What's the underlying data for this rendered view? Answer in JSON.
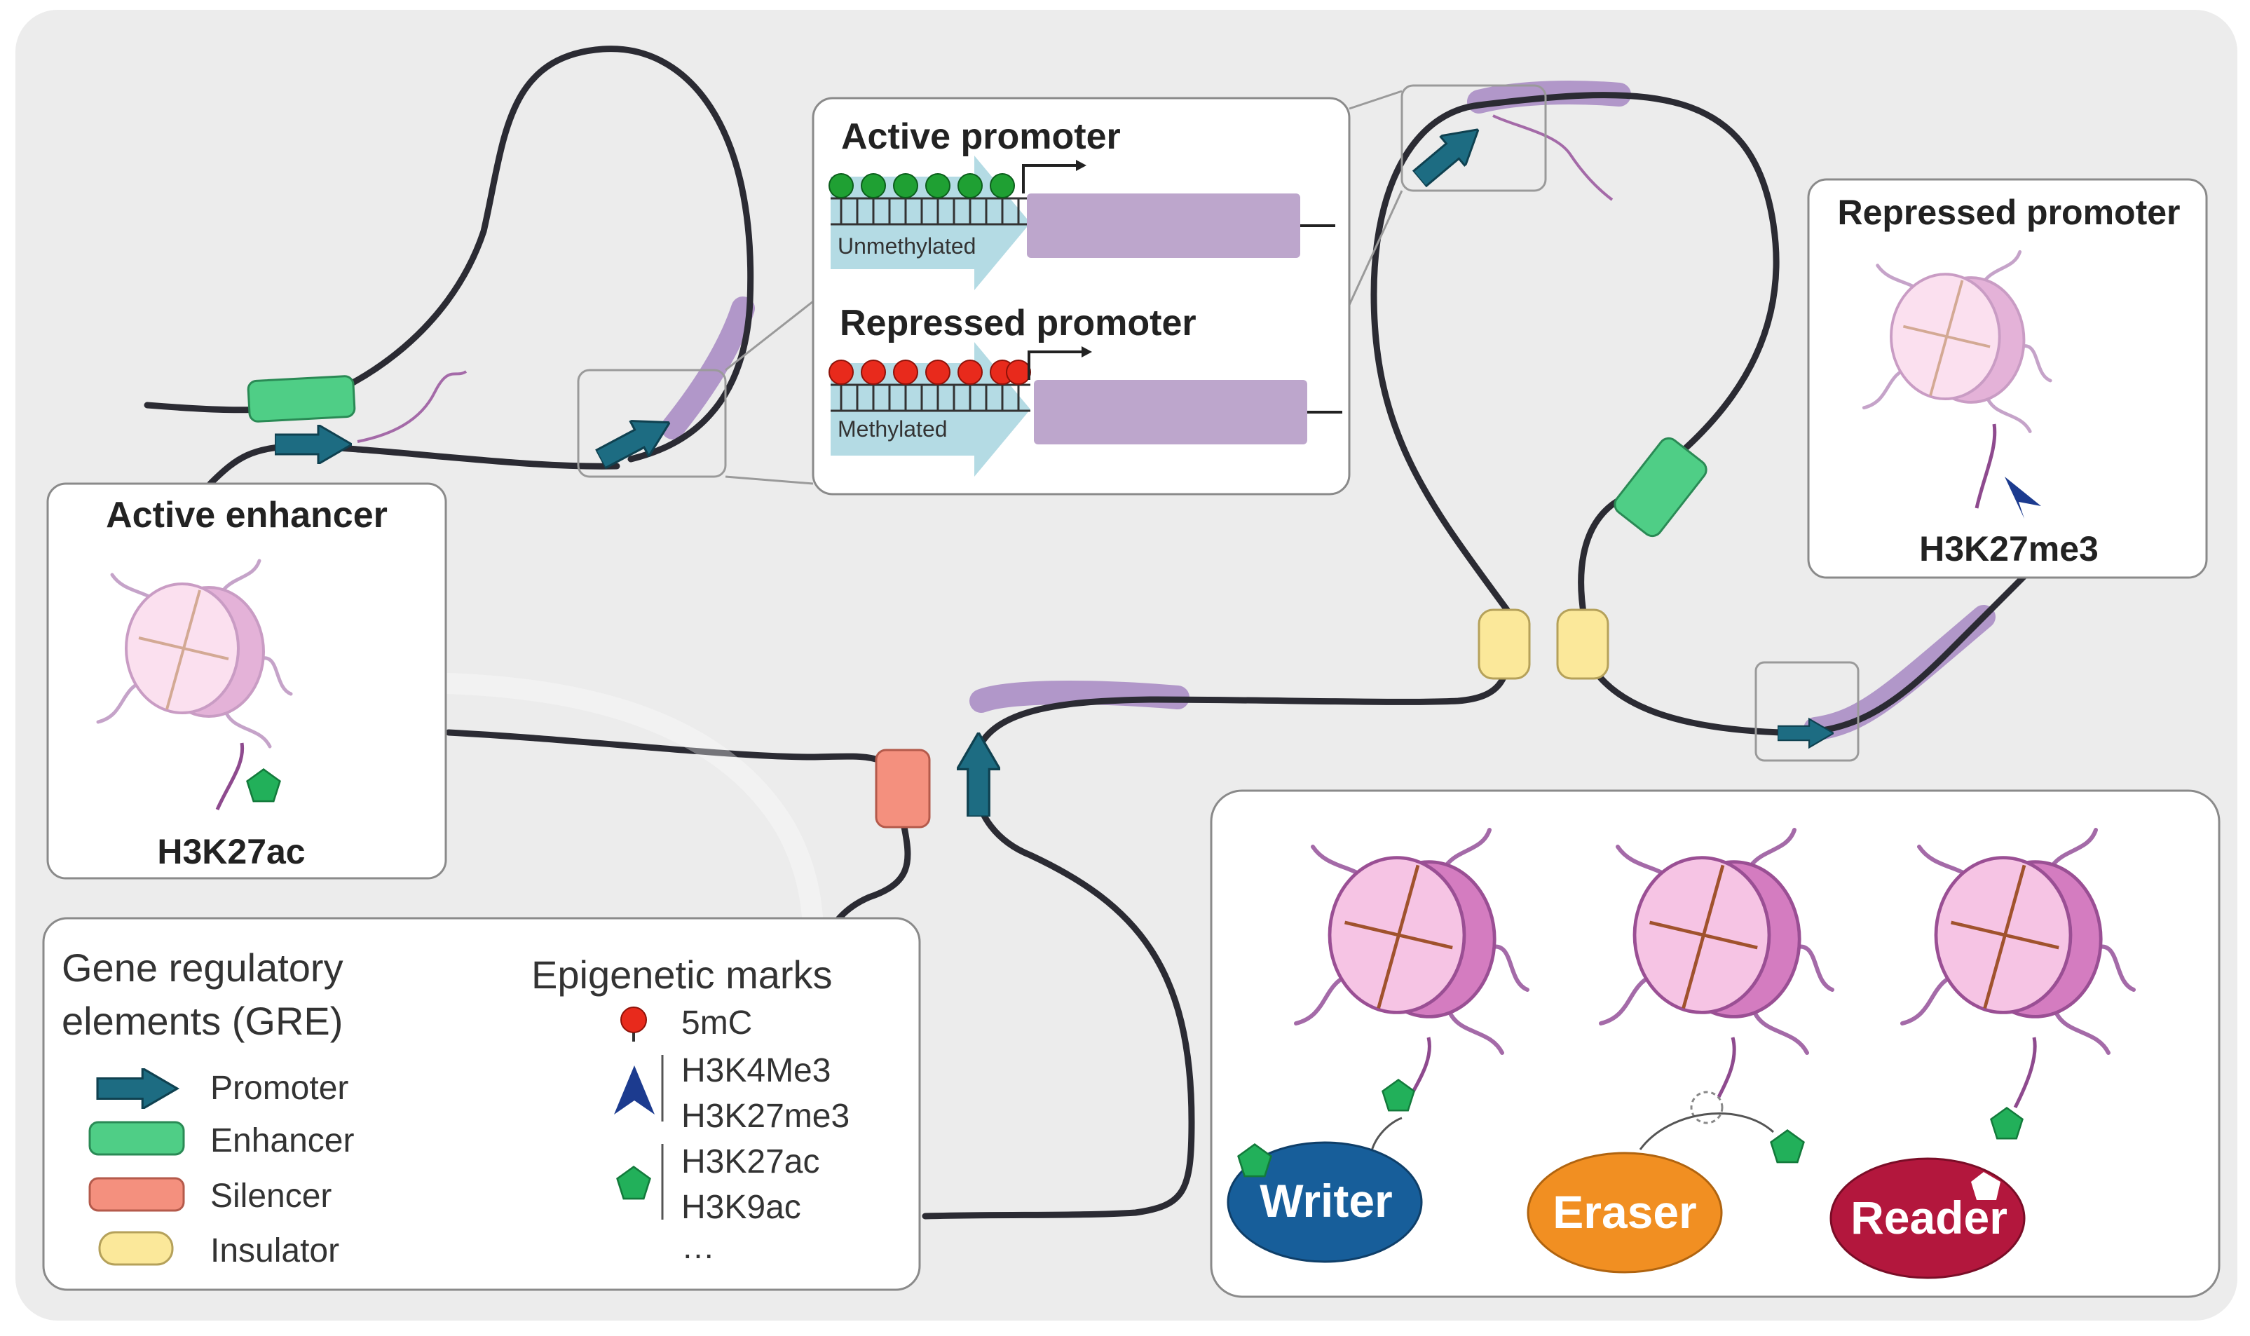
{
  "inset_active": {
    "title": "Active promoter",
    "cpg_label": "Unmethylated"
  },
  "inset_repressed": {
    "title": "Repressed promoter",
    "cpg_label": "Methylated"
  },
  "enhancer_box": {
    "title": "Active enhancer",
    "mark_label": "H3K27ac"
  },
  "repressed_box": {
    "title": "Repressed promoter",
    "mark_label": "H3K27me3"
  },
  "legend": {
    "gre_title_line1": "Gene regulatory",
    "gre_title_line2": "elements (GRE)",
    "gre_items": [
      "Promoter",
      "Enhancer",
      "Silencer",
      "Insulator"
    ],
    "marks_title": "Epigenetic marks",
    "marks": {
      "m5c": "5mC",
      "h3k4me3": "H3K4Me3",
      "h3k27me3": "H3K27me3",
      "h3k27ac": "H3K27ac",
      "h3k9ac": "H3K9ac",
      "more": "…"
    }
  },
  "proteins": {
    "writer": "Writer",
    "eraser": "Eraser",
    "reader": "Reader"
  },
  "colors": {
    "background": "#ececec",
    "dna": "#2b2b33",
    "promoter": "#1d6c82",
    "enhancer": "#4fce86",
    "silencer": "#f4907e",
    "insulator": "#fbe89a",
    "marked_region": "#9e7bbd",
    "gene_body": "#bda6cc",
    "methyl_5mC": "#e82a1c",
    "unmethylated": "#1fa033",
    "h3k27ac": "#22b05a",
    "h3k27me3": "#1c3b8f",
    "writer": "#175e9a",
    "eraser": "#f18f22",
    "reader": "#b3173d"
  },
  "icons": [
    "promoter-arrow-icon",
    "enhancer-icon",
    "silencer-icon",
    "insulator-icon",
    "nucleosome-icon",
    "pentagon-icon",
    "chevron-mark-icon",
    "lollipop-icon"
  ]
}
